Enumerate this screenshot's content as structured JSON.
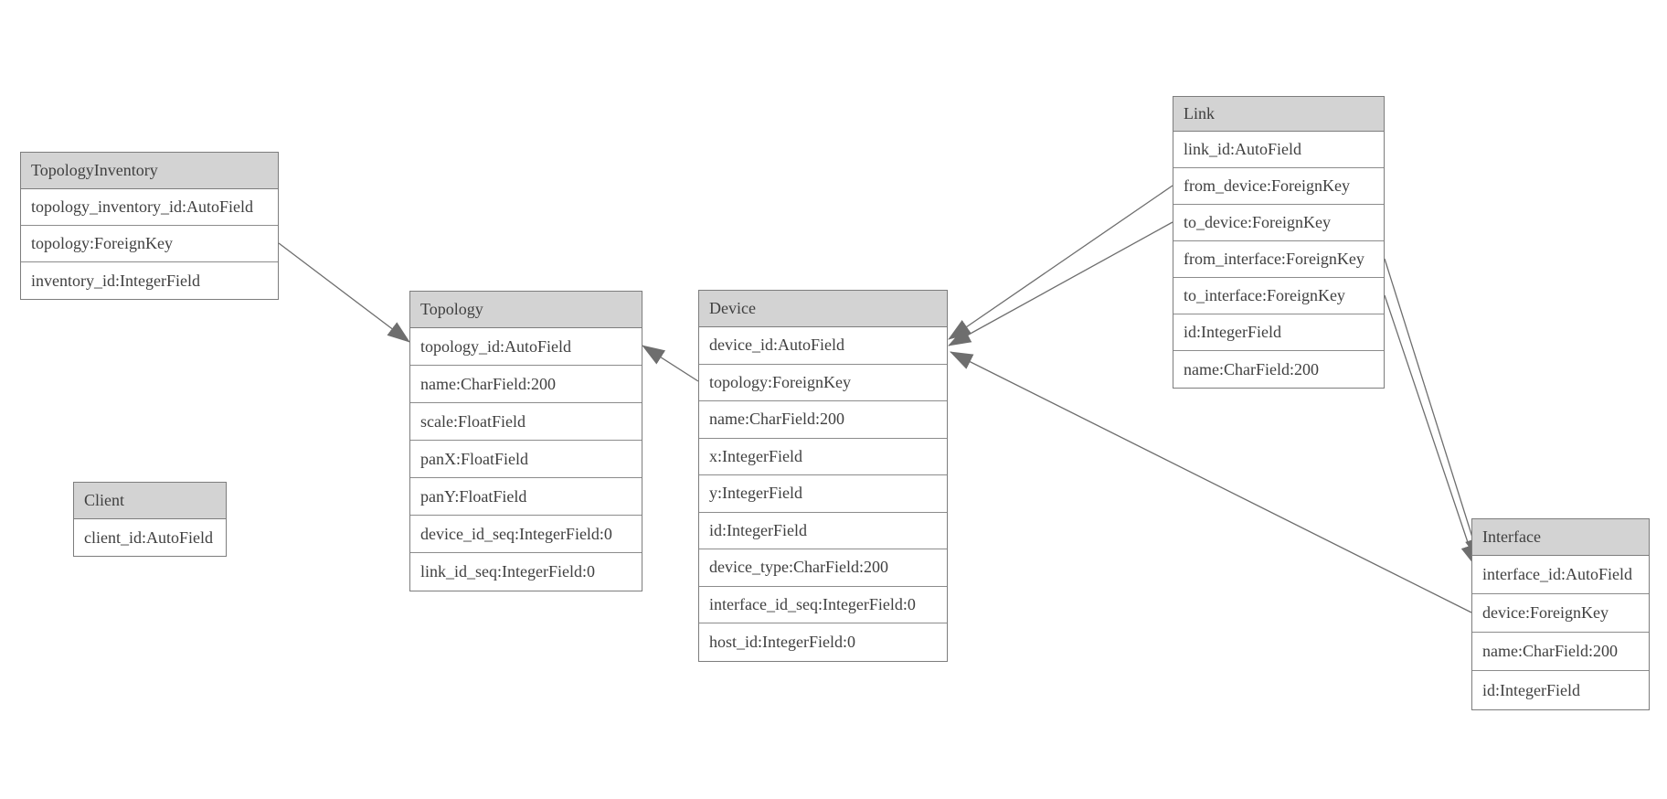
{
  "diagram": {
    "colors": {
      "header_bg": "#d3d3d3",
      "row_bg": "#ffffff",
      "border": "#7d7d7d",
      "text": "#3f3f3f",
      "relation_line": "#6e6e6e",
      "arrowhead": "#6e6e6e"
    },
    "entities": [
      {
        "name": "TopologyInventory",
        "fields": [
          "topology_inventory_id:AutoField",
          "topology:ForeignKey",
          "inventory_id:IntegerField"
        ]
      },
      {
        "name": "Topology",
        "fields": [
          "topology_id:AutoField",
          "name:CharField:200",
          "scale:FloatField",
          "panX:FloatField",
          "panY:FloatField",
          "device_id_seq:IntegerField:0",
          "link_id_seq:IntegerField:0"
        ]
      },
      {
        "name": "Client",
        "fields": [
          "client_id:AutoField"
        ]
      },
      {
        "name": "Device",
        "fields": [
          "device_id:AutoField",
          "topology:ForeignKey",
          "name:CharField:200",
          "x:IntegerField",
          "y:IntegerField",
          "id:IntegerField",
          "device_type:CharField:200",
          "interface_id_seq:IntegerField:0",
          "host_id:IntegerField:0"
        ]
      },
      {
        "name": "Link",
        "fields": [
          "link_id:AutoField",
          "from_device:ForeignKey",
          "to_device:ForeignKey",
          "from_interface:ForeignKey",
          "to_interface:ForeignKey",
          "id:IntegerField",
          "name:CharField:200"
        ]
      },
      {
        "name": "Interface",
        "fields": [
          "interface_id:AutoField",
          "device:ForeignKey",
          "name:CharField:200",
          "id:IntegerField"
        ]
      }
    ],
    "relations": [
      {
        "from": "TopologyInventory.topology",
        "to": "Topology.topology_id"
      },
      {
        "from": "Device.topology",
        "to": "Topology.topology_id"
      },
      {
        "from": "Link.from_device",
        "to": "Device.device_id"
      },
      {
        "from": "Link.to_device",
        "to": "Device.device_id"
      },
      {
        "from": "Interface.device",
        "to": "Device.device_id"
      },
      {
        "from": "Link.from_interface",
        "to": "Interface.interface_id"
      },
      {
        "from": "Link.to_interface",
        "to": "Interface.interface_id"
      }
    ]
  }
}
